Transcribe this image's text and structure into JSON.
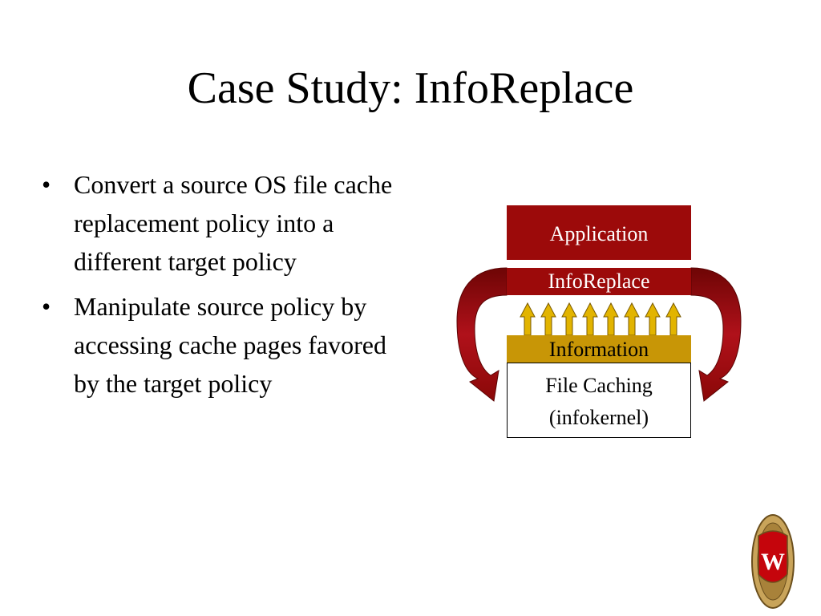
{
  "slide": {
    "title": "Case Study:  InfoReplace",
    "bullets": [
      "Convert a source OS file cache replacement policy into a different target policy",
      "Manipulate source policy by accessing cache pages favored by the target policy"
    ]
  },
  "diagram": {
    "application": "Application",
    "inforeplace": "InfoReplace",
    "information": "Information",
    "file_caching": "File Caching",
    "infokernel": "(infokernel)"
  },
  "colors": {
    "dark_red": "#9c0a0a",
    "gold": "#c89606",
    "text": "#000000"
  },
  "logo": {
    "letter": "W"
  }
}
